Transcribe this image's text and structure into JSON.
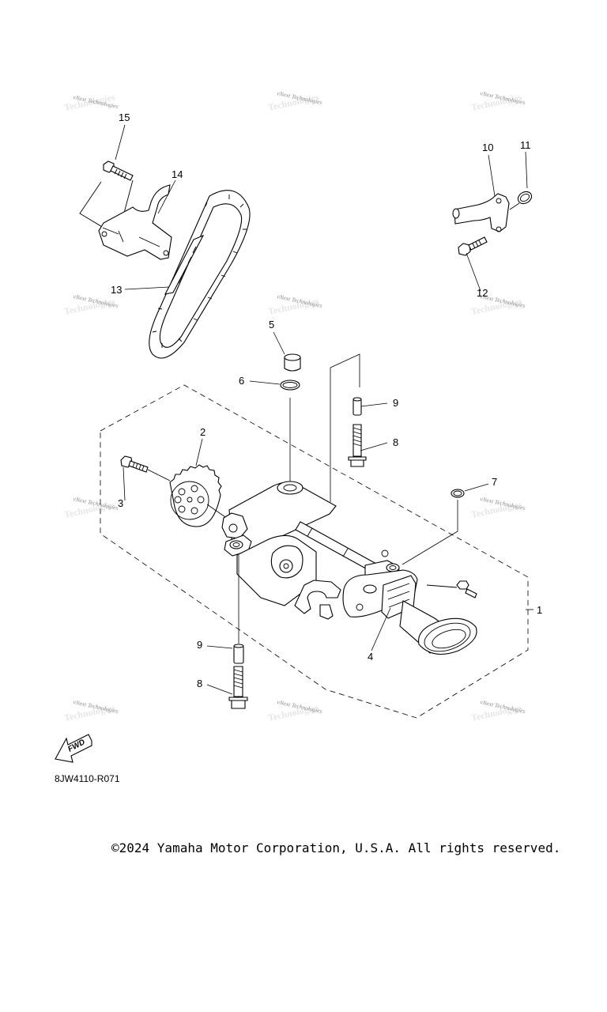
{
  "diagram": {
    "code": "8JW4110-R071",
    "fwd_label": "FWD",
    "watermark": "vNext Technologies",
    "callouts": [
      "1",
      "2",
      "3",
      "4",
      "5",
      "6",
      "7",
      "8",
      "9",
      "10",
      "11",
      "12",
      "13",
      "14",
      "15",
      "8",
      "9"
    ]
  },
  "footer": {
    "copyright": "©2024 Yamaha Motor Corporation, U.S.A. All rights reserved."
  }
}
